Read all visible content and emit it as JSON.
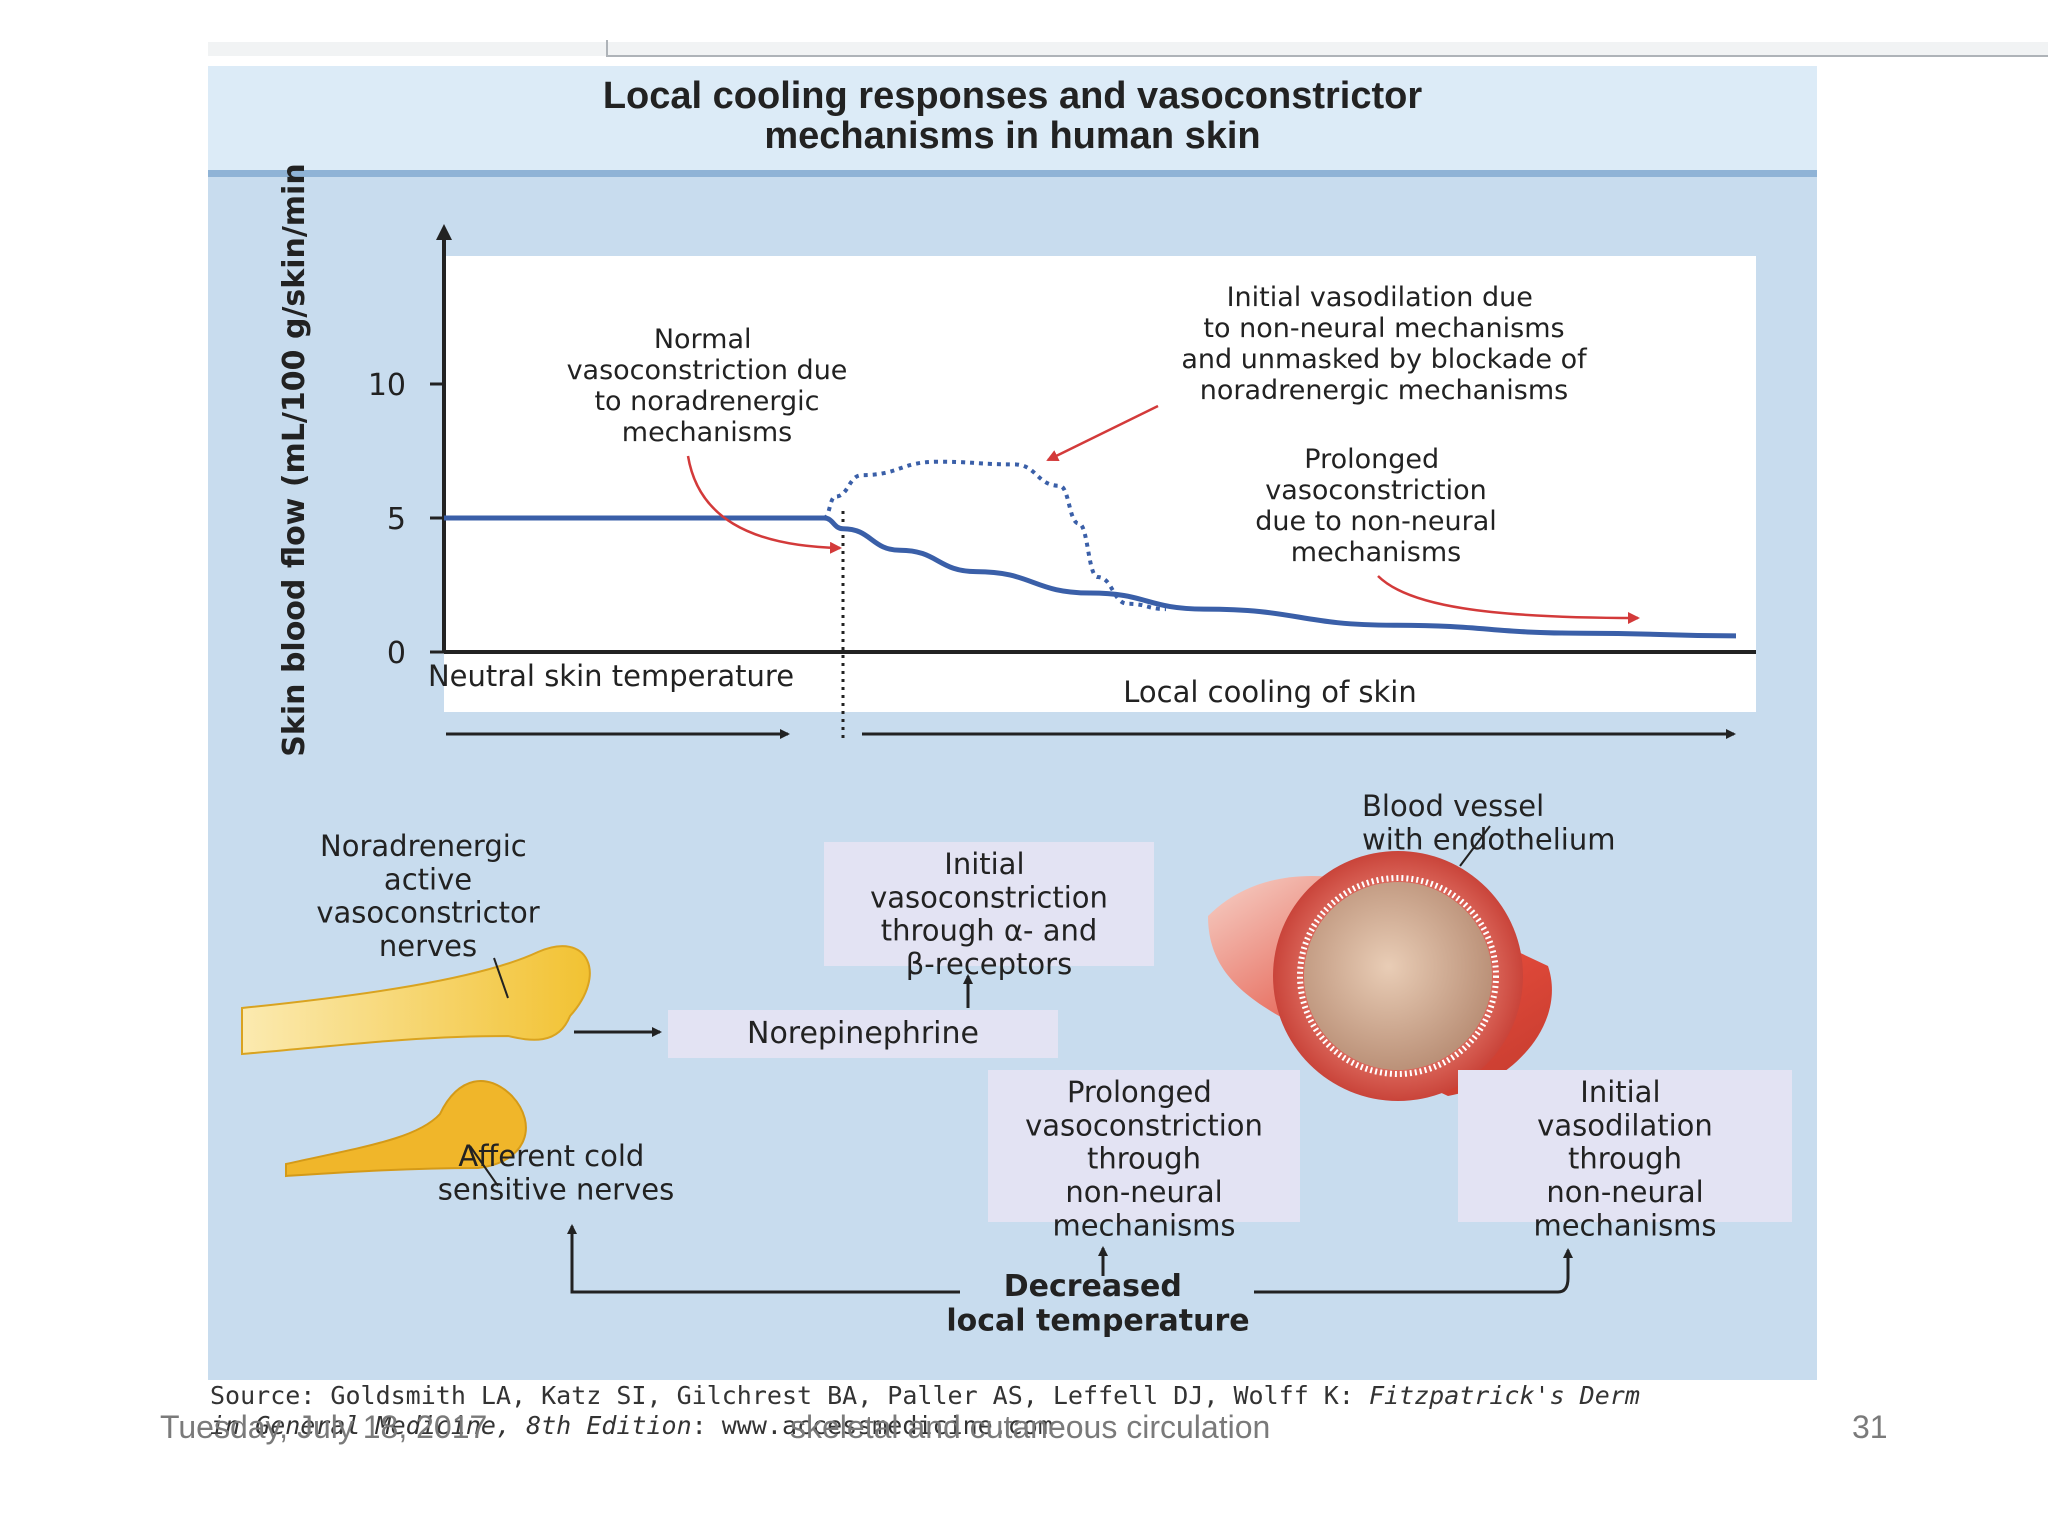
{
  "figure": {
    "title": "Local cooling responses and vasoconstrictor\nmechanisms in human skin"
  },
  "chart_data": {
    "type": "line",
    "title": "",
    "ylabel": "Skin blood flow (mL/100 g/skin/min",
    "ylim": [
      0,
      15
    ],
    "y_ticks": [
      "0",
      "5",
      "10"
    ],
    "x_phases": [
      "Neutral skin temperature",
      "Local cooling of skin"
    ],
    "series": [
      {
        "values": [
          [
            0,
            5
          ],
          [
            1,
            5
          ],
          [
            1.05,
            4.6
          ],
          [
            1.2,
            3.8
          ],
          [
            1.4,
            3.0
          ],
          [
            1.7,
            2.2
          ],
          [
            2.0,
            1.6
          ],
          [
            2.5,
            1.0
          ],
          [
            3.0,
            0.7
          ],
          [
            3.4,
            0.6
          ]
        ]
      },
      {
        "values": [
          [
            1.0,
            5.0
          ],
          [
            1.03,
            5.8
          ],
          [
            1.1,
            6.6
          ],
          [
            1.3,
            7.1
          ],
          [
            1.5,
            7.0
          ],
          [
            1.62,
            6.2
          ],
          [
            1.67,
            4.8
          ],
          [
            1.72,
            2.8
          ],
          [
            1.8,
            1.8
          ],
          [
            1.9,
            1.6
          ]
        ]
      }
    ],
    "annotations": [
      "Normal\nvasoconstriction due\nto noradrenergic\nmechanisms",
      "Initial vasodilation due\nto non-neural mechanisms\nand unmasked by blockade of\nnoradrenergic mechanisms",
      "Prolonged\nvasoconstriction\ndue to non-neural\nmechanisms"
    ]
  },
  "diagram": {
    "noradrenergic_nerves": "Noradrenergic\nactive\nvasoconstrictor\nnerves",
    "afferent_nerves": "Afferent cold\nsensitive nerves",
    "norepinephrine": "Norepinephrine",
    "initial_vasoconstriction": "Initial\nvasoconstriction\nthrough α- and\nβ-receptors",
    "blood_vessel": "Blood vessel\nwith endothelium",
    "prolonged_vasoconstriction": "Prolonged\nvasoconstriction\nthrough\nnon-neural\nmechanisms",
    "initial_vasodilation": "Initial\nvasodilation\nthrough\nnon-neural\nmechanisms",
    "decreased_temp": "Decreased\nlocal temperature"
  },
  "source": {
    "line1_prefix": "Source: Goldsmith LA, Katz SI, Gilchrest BA, Paller AS, Leffell DJ, Wolff K: ",
    "line1_italic": "Fitzpatrick's Derm",
    "line2_italic": "in General Medicine, 8th Edition",
    "line2_suffix": ": www.accessmedicine.com"
  },
  "footer": {
    "date": "Tuesday, July 18, 2017",
    "title": "skeletal and cutaneous circulation",
    "page": "31"
  },
  "colors": {
    "curve": "#3a5fa8",
    "annotation_arrow": "#d33a3a",
    "panel": "#c8dcee"
  }
}
